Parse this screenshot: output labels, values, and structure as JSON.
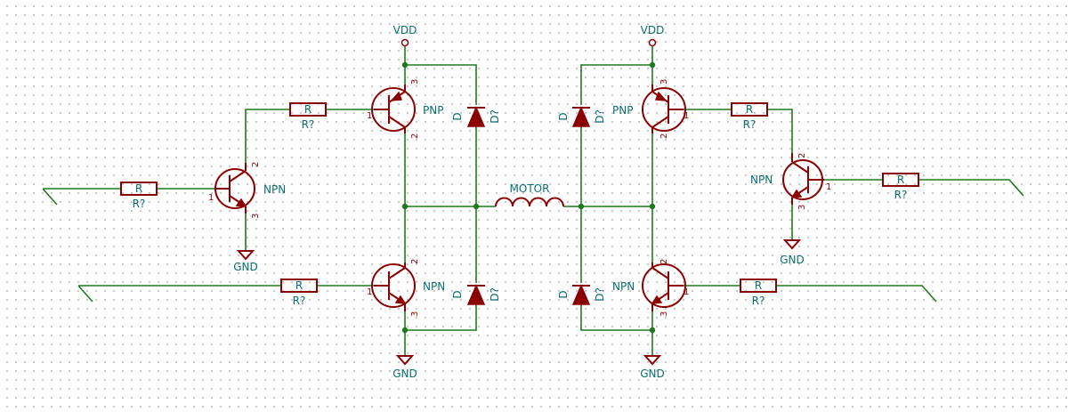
{
  "labels": {
    "vdd": "VDD",
    "gnd": "GND",
    "pnp": "PNP",
    "npn": "NPN",
    "motor": "MOTOR",
    "r_value": "R",
    "r_ref": "R?",
    "d_value": "D",
    "d_ref": "D?",
    "pin_base": "1",
    "pin_collector": "2",
    "pin_emitter": "3"
  },
  "colors": {
    "wire": "#1f7a1f",
    "symbol": "#8b0000",
    "text": "#0a6e6e"
  }
}
